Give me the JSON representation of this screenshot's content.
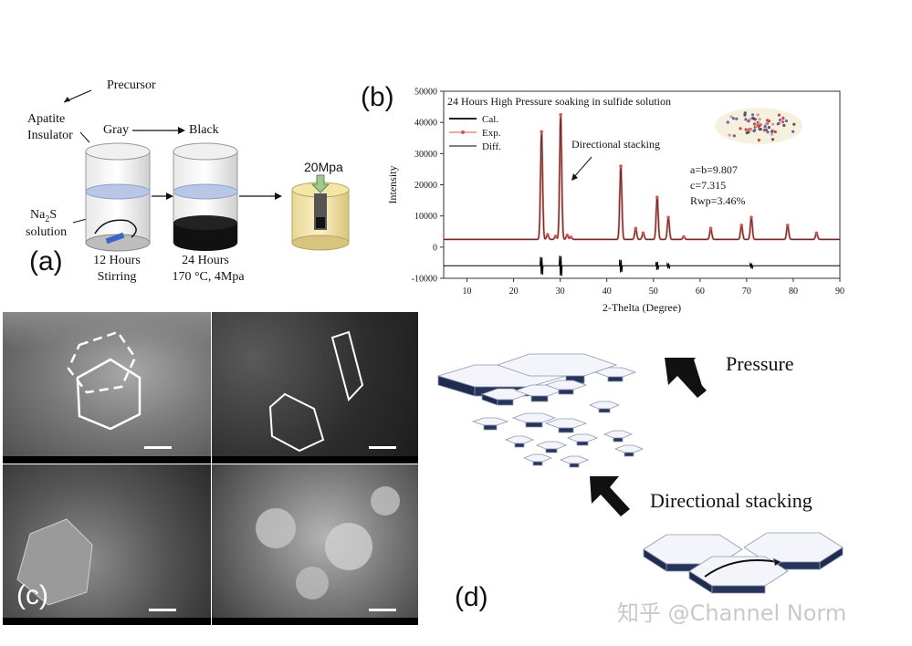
{
  "panel_a": {
    "label": "(a)",
    "precursor": "Precursor",
    "apatite_insulator": "Apatite\nInsulator",
    "gray": "Gray",
    "black": "Black",
    "na2s_main": "Na",
    "na2s_sub": "2",
    "na2s_rest": "S",
    "solution": "solution",
    "step1_time": "12 Hours",
    "step1_action": "Stirring",
    "step2_time": "24 Hours",
    "step2_cond": "170 °C, 4Mpa",
    "pressure": "20Mpa"
  },
  "panel_b": {
    "label": "(b)"
  },
  "panel_c": {
    "label": "(c)"
  },
  "panel_d": {
    "label": "(d)",
    "pressure": "Pressure",
    "stacking": "Directional stacking"
  },
  "watermark": "知乎 @Channel Norm",
  "chart_data": {
    "type": "line",
    "title": "24 Hours High Pressure soaking in sulfide solution",
    "xlabel": "2-Thelta (Degree)",
    "ylabel": "Intensity",
    "xlim": [
      5,
      90
    ],
    "ylim": [
      -10000,
      50000
    ],
    "x_ticks": [
      10,
      20,
      30,
      40,
      50,
      60,
      70,
      80,
      90
    ],
    "y_ticks": [
      -10000,
      0,
      10000,
      20000,
      30000,
      40000,
      50000
    ],
    "legend": [
      "Cal.",
      "Exp.",
      "Diff."
    ],
    "legend_position": "top-left",
    "annotation": "Directional stacking",
    "params": [
      "a=b=9.807",
      "c=7.315",
      "Rwp=3.46%"
    ],
    "baseline": 2500,
    "diff_offset": -6000,
    "peaks": [
      {
        "x": 26.0,
        "y": 37000
      },
      {
        "x": 27.3,
        "y": 4000
      },
      {
        "x": 29.0,
        "y": 3500
      },
      {
        "x": 30.1,
        "y": 42500
      },
      {
        "x": 31.5,
        "y": 3800
      },
      {
        "x": 32.3,
        "y": 3200
      },
      {
        "x": 43.0,
        "y": 26000
      },
      {
        "x": 46.2,
        "y": 6000
      },
      {
        "x": 47.8,
        "y": 4500
      },
      {
        "x": 50.8,
        "y": 16000
      },
      {
        "x": 53.2,
        "y": 9500
      },
      {
        "x": 56.5,
        "y": 3300
      },
      {
        "x": 62.3,
        "y": 6000
      },
      {
        "x": 68.9,
        "y": 7000
      },
      {
        "x": 71.0,
        "y": 9500
      },
      {
        "x": 78.8,
        "y": 7000
      },
      {
        "x": 85.0,
        "y": 4500
      }
    ],
    "colors": {
      "exp": "#d9534f",
      "cal": "#222222",
      "diff": "#000000"
    }
  }
}
